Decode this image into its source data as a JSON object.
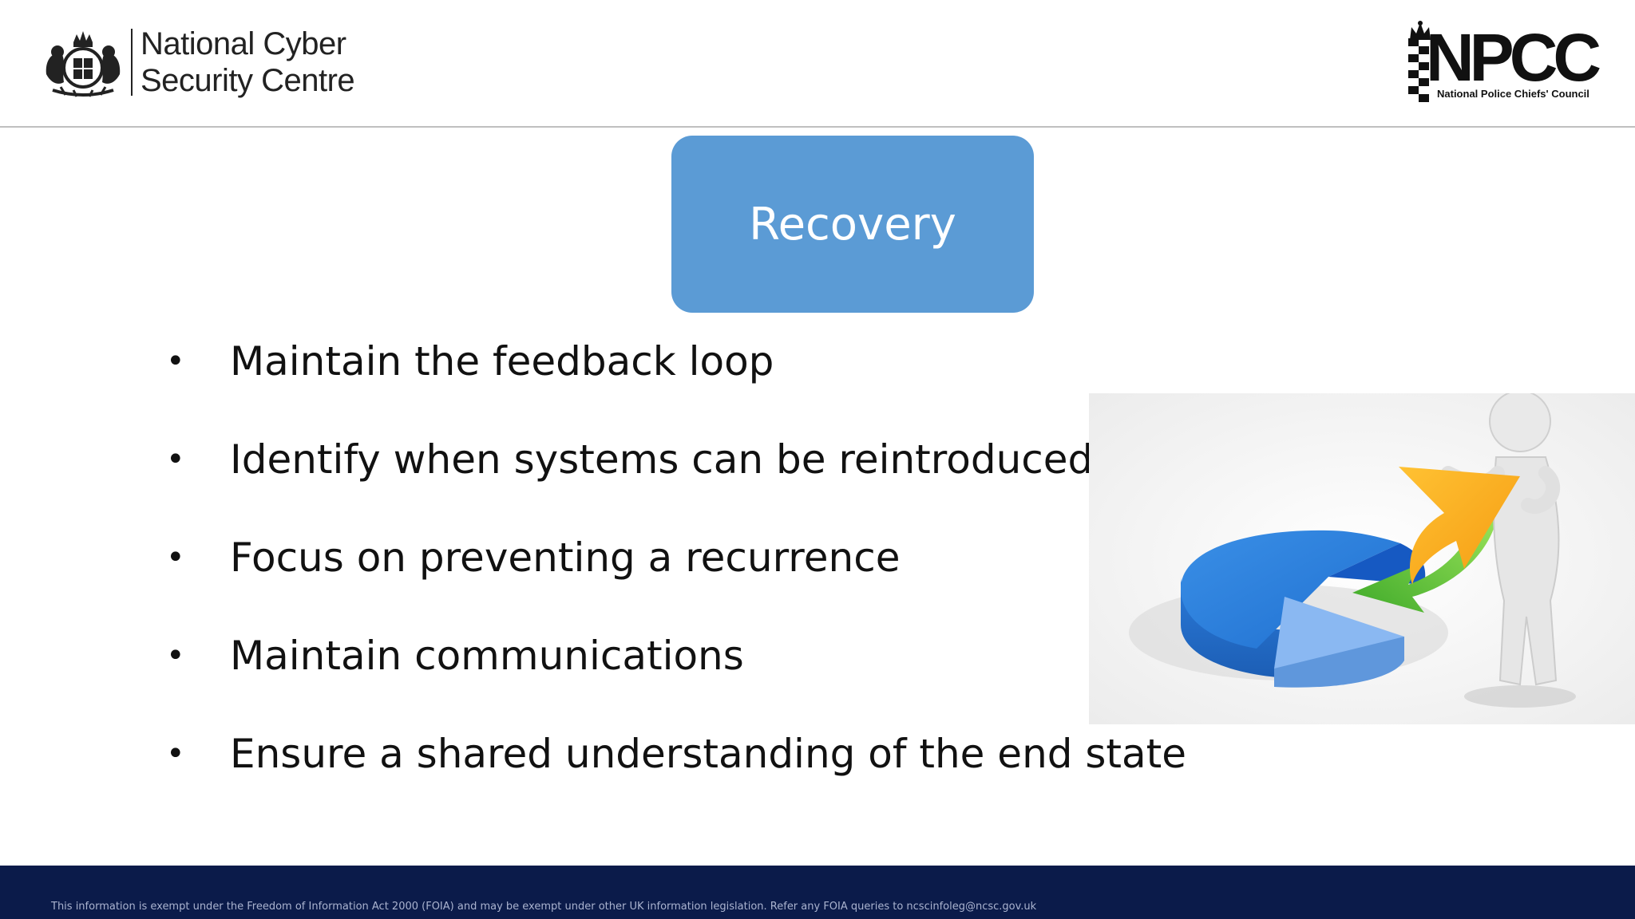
{
  "header": {
    "ncsc_line1": "National Cyber",
    "ncsc_line2": "Security Centre",
    "npcc_letters": "NPCC",
    "npcc_subtitle": "National Police Chiefs' Council"
  },
  "slide": {
    "title": "Recovery",
    "bullets": [
      "Maintain the feedback loop",
      "Identify when systems can be reintroduced",
      "Focus on preventing a recurrence",
      "Maintain communications",
      "Ensure a shared understanding of the end state"
    ],
    "bullet_glyph": "•"
  },
  "footer": {
    "text": "This information is exempt under the Freedom of Information Act 2000 (FOIA) and may be exempt under other UK information legislation. Refer any FOIA queries to ncscinfoleg@ncsc.gov.uk"
  },
  "icons": {
    "crest": "royal-crest-icon",
    "npcc_crown": "crown-icon",
    "npcc_flag": "checkered-band-icon",
    "illustration": "person-pie-chart-illustration"
  },
  "colors": {
    "recovery_box": "#5b9bd5",
    "footer_bg": "#0b1b4a",
    "footer_text": "#aab3cf",
    "pie_blue": "#2f7fd8",
    "arrow_orange": "#f5a623",
    "arrow_green": "#5cc13a"
  }
}
